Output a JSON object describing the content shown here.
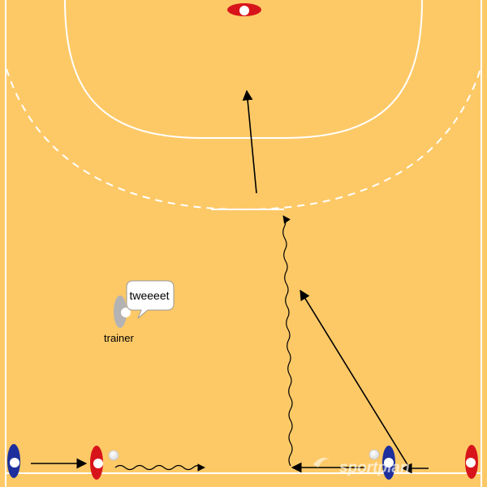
{
  "court": {
    "background": "#fdc967",
    "line_color": "#ffffff"
  },
  "labels": {
    "speech_bubble": "tweeeet",
    "trainer": "trainer",
    "watermark": "sportplan"
  },
  "colors": {
    "red_team": "#d8141b",
    "blue_team": "#1c2f9c",
    "trainer": "#b3b3b3",
    "arrow": "#000000"
  },
  "icons": [
    "whistle-speech-bubble",
    "ball-icon",
    "player-marker",
    "sportplan-logo"
  ]
}
